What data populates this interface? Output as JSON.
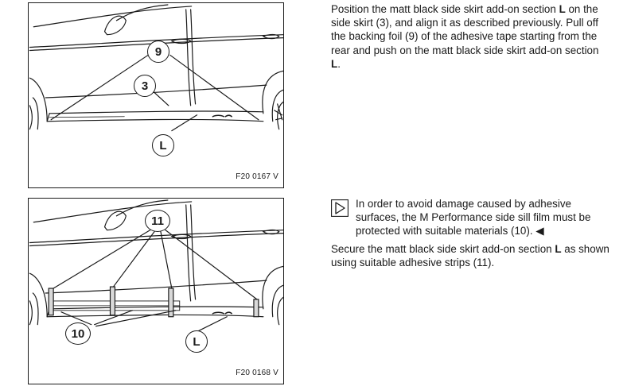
{
  "figures": [
    {
      "code": "F20 0167 V",
      "callouts": {
        "c9": "9",
        "c3": "3",
        "cL": "L"
      }
    },
    {
      "code": "F20 0168 V",
      "callouts": {
        "c11": "11",
        "c10": "10",
        "cL": "L"
      }
    }
  ],
  "instructions": {
    "step1": {
      "a": "Position the matt black side skirt add-on section ",
      "b": "L",
      "c": " on the side skirt (3), and align it as described previously. Pull off the backing foil (9) of the adhesive tape starting from the rear and push on the matt black side skirt add-on section ",
      "d": "L",
      "e": "."
    },
    "note": {
      "text": "In order to avoid damage caused by adhesive surfaces, the M Performance side sill film must be protected with suitable materials (10).",
      "end_mark": "◀"
    },
    "step2": {
      "a": "Secure the matt black side skirt add-on section ",
      "b": "L",
      "c": " as shown using suitable adhesive strips (11)."
    }
  }
}
